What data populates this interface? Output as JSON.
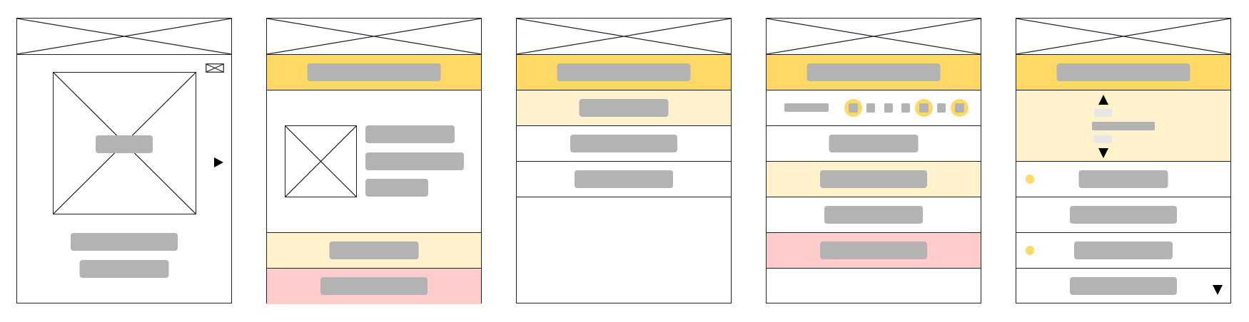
{
  "colors": {
    "accent_yellow": "#FFD966",
    "light_yellow": "#FFF2CC",
    "pink": "#FFCCCC",
    "placeholder_gray": "#B3B3B3",
    "light_gray": "#E6E6E6",
    "border": "#222222"
  },
  "panels": [
    {
      "type": "image-detail",
      "icons": [
        "mail-icon",
        "play-arrow-icon"
      ]
    },
    {
      "type": "item-card-with-actions"
    },
    {
      "type": "menu-list"
    },
    {
      "type": "pagination-list",
      "pagination_selected_pages": [
        1,
        5,
        7
      ]
    },
    {
      "type": "picker-list",
      "icons": [
        "arrow-up-icon",
        "arrow-down-icon",
        "scroll-down-icon"
      ]
    }
  ]
}
